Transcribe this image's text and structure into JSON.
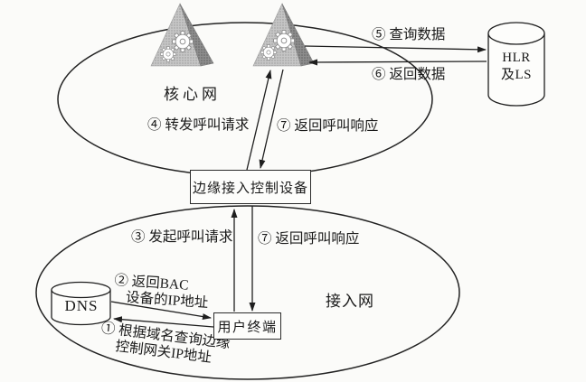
{
  "colors": {
    "line": "#1e1e1e",
    "background": "#fbfbf9",
    "pyramid_light": "#c6c6c6",
    "pyramid_dark": "#828282",
    "gear_fill": "#ffffff"
  },
  "core_network": {
    "label": "核心网"
  },
  "access_network": {
    "label": "接入网"
  },
  "nodes": {
    "edge_access_controller": {
      "label": "边缘接入控制设备"
    },
    "user_terminal": {
      "label": "用户终端"
    },
    "hlr": {
      "line1": "HLR",
      "line2": "及LS"
    },
    "dns": {
      "label": "DNS"
    },
    "core_switch_left": {
      "icon": "gear-pyramid-icon"
    },
    "core_switch_right": {
      "icon": "gear-pyramid-icon"
    }
  },
  "steps": {
    "s1": {
      "line1": "① 根据域名查询边缘",
      "line2": "控制网关IP地址"
    },
    "s2": {
      "line1": "② 返回BAC",
      "line2": "设备的IP地址"
    },
    "s3": {
      "label": "③ 发起呼叫请求"
    },
    "s4": {
      "label": "④ 转发呼叫请求"
    },
    "s5": {
      "label": "⑤ 查询数据"
    },
    "s6": {
      "label": "⑥ 返回数据"
    },
    "s7_core": {
      "label": "⑦ 返回呼叫响应"
    },
    "s7_access": {
      "label": "⑦ 返回呼叫响应"
    }
  }
}
